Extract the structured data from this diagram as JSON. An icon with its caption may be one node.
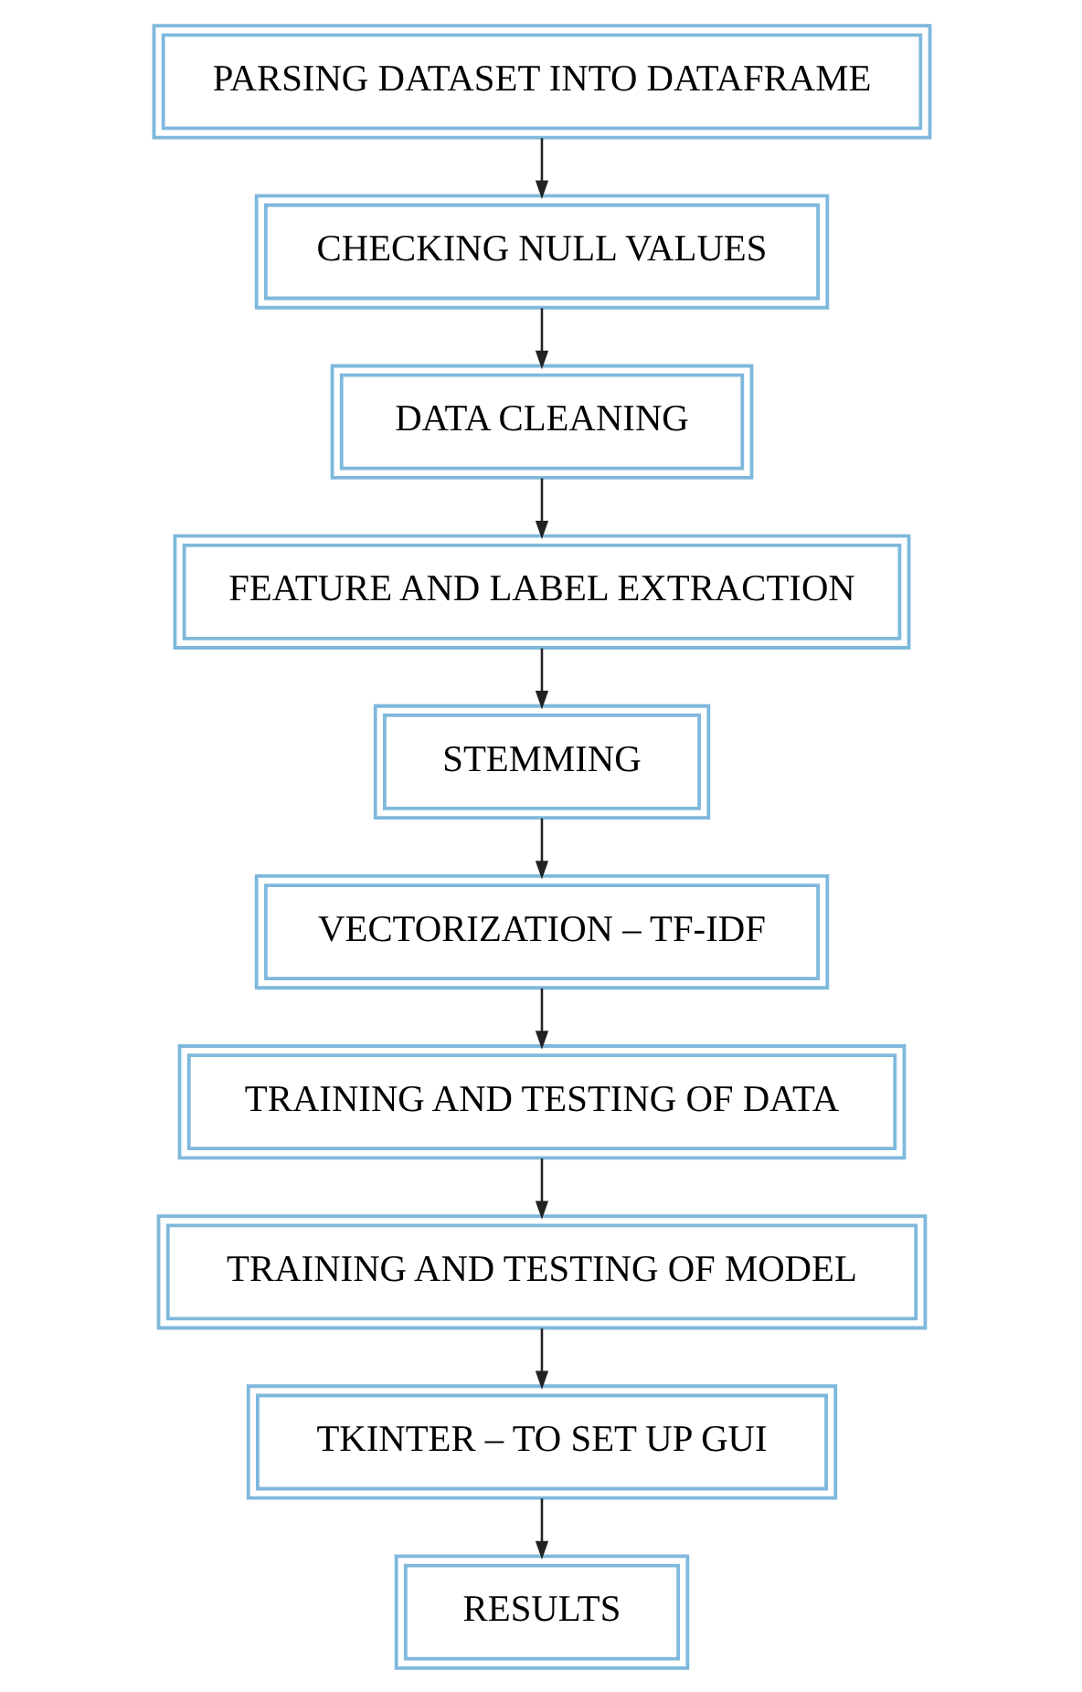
{
  "diagram": {
    "nodes": [
      {
        "text": [
          "PARSING DATASET INTO DATAFRAME"
        ]
      },
      {
        "text": [
          "CHECKING NULL VALUES"
        ]
      },
      {
        "text": [
          "DATA CLEANING"
        ]
      },
      {
        "text": [
          "FEATURE AND LABEL EXTRACTION"
        ]
      },
      {
        "text": [
          "STEMMING"
        ]
      },
      {
        "text": [
          "VECTORIZATION – TF-IDF"
        ]
      },
      {
        "text": [
          "TRAINING AND TESTING OF DATA"
        ]
      },
      {
        "text": [
          "TRAINING AND TESTING OF MODEL"
        ]
      },
      {
        "text": [
          "TKINTER – TO SET UP GUI"
        ]
      },
      {
        "text": [
          "RESULTS"
        ]
      }
    ],
    "edges": [
      {
        "from": 0,
        "to": 1,
        "arrow": "to"
      },
      {
        "from": 1,
        "to": 2,
        "arrow": "to"
      },
      {
        "from": 2,
        "to": 3,
        "arrow": "to"
      },
      {
        "from": 3,
        "to": 4,
        "arrow": "to"
      },
      {
        "from": 4,
        "to": 5,
        "arrow": "to"
      },
      {
        "from": 5,
        "to": 6,
        "arrow": "to"
      },
      {
        "from": 6,
        "to": 7,
        "arrow": "to"
      },
      {
        "from": 7,
        "to": 8,
        "arrow": "to"
      },
      {
        "from": 8,
        "to": 9,
        "arrow": "to"
      }
    ]
  }
}
